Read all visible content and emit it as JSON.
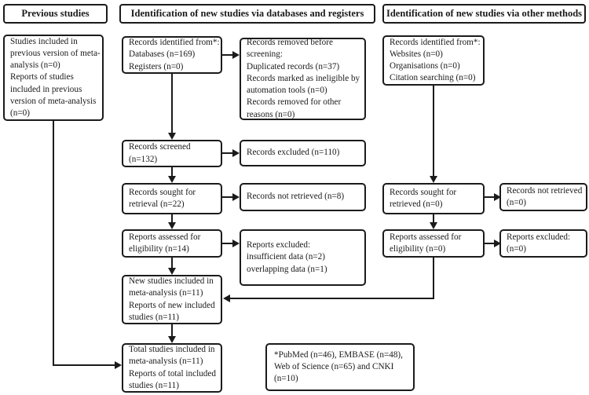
{
  "headers": {
    "previous": "Previous studies",
    "databases": "Identification of new studies via databases and registers",
    "other": "Identification of new studies via other methods"
  },
  "boxes": {
    "previous_body": "Studies included in\nprevious version of meta-\nanalysis (n=0)\nReports of studies\nincluded in previous\nversion of meta-analysis\n(n=0)",
    "db_identified": "Records identified from*:\nDatabases (n=169)\nRegisters (n=0)",
    "db_removed": "Records removed before\nscreening:\nDuplicated records (n=37)\nRecords marked as ineligible by\nautomation tools (n=0)\nRecords removed for other\nreasons (n=0)",
    "db_screened": "Records screened\n(n=132)",
    "db_excluded": "Records excluded (n=110)",
    "db_sought": "Records sought for\nretrieval (n=22)",
    "db_not_retrieved": "Records not retrieved (n=8)",
    "db_assessed": "Reports assessed for\neligibility (n=14)",
    "db_reports_excluded": "Reports excluded:\ninsufficient data (n=2)\noverlapping data (n=1)",
    "new_included": "New studies included in\nmeta-analysis (n=11)\nReports of new included\nstudies (n=11)",
    "total_included": "Total studies included in\nmeta-analysis (n=11)\nReports of total included\nstudies (n=11)",
    "other_identified": "Records identified from*:\nWebsites (n=0)\nOrganisations (n=0)\nCitation searching (n=0)",
    "other_sought": "Records sought for\nretrieved (n=0)",
    "other_not_retrieved": "Records not retrieved\n(n=0)",
    "other_assessed": "Reports assessed for\neligibility (n=0)",
    "other_reports_excluded": "Reports excluded:\n(n=0)"
  },
  "footnote": "*PubMed (n=46), EMBASE (n=48),\nWeb of Science (n=65) and CNKI\n(n=10)",
  "colors": {
    "line": "#1b1b1b",
    "background": "#ffffff",
    "text": "#1a1a1a"
  }
}
